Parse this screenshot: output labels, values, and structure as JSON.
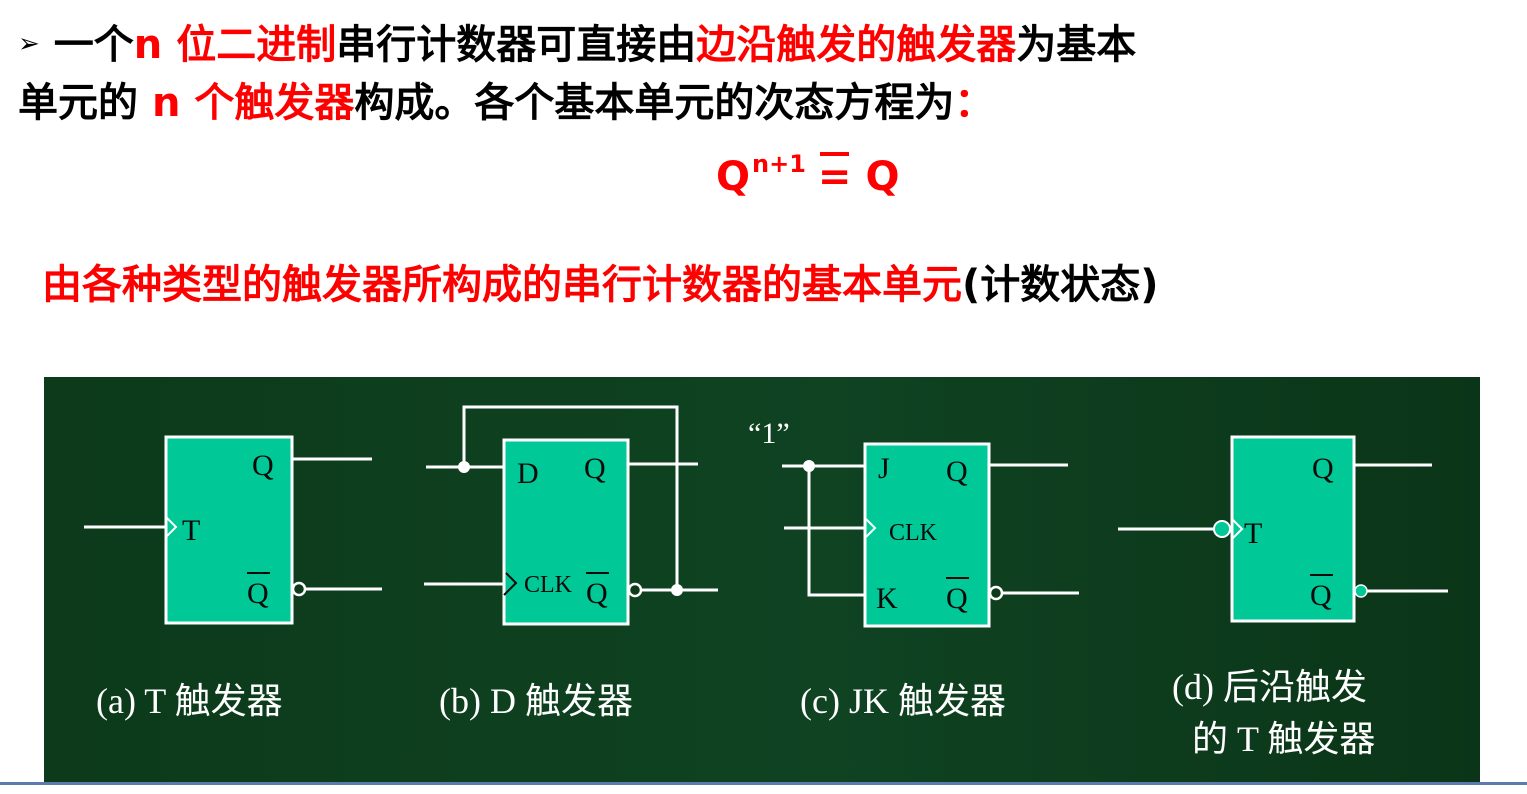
{
  "line1": {
    "bullet": "➢",
    "p1": "一个",
    "p2": "n 位二进制",
    "p3": "串行计数器可直接由",
    "p4": "边沿触发的触发器",
    "p5": "为基本"
  },
  "line2": {
    "p1": "单元的",
    "p2": "n 个触发器",
    "p3": "构成。各个基本单元的次态方程为",
    "p4": "："
  },
  "formula": {
    "q": "Q",
    "sup": "n+1",
    "eq": "=",
    "rhs": "Q"
  },
  "subtitle": {
    "red": "由各种类型的触发器所构成的串行计数器的基本单元",
    "black": "(计数状态)"
  },
  "figure": {
    "colors": {
      "box": "#00c896",
      "wire": "#ffffff",
      "text": "#ffffff"
    },
    "a": {
      "t": "T",
      "q": "Q",
      "qbar": "Q",
      "caption": "(a) T 触发器"
    },
    "b": {
      "d": "D",
      "clk": "CLK",
      "q": "Q",
      "qbar": "Q",
      "caption": "(b) D 触发器"
    },
    "c": {
      "one": "“1”",
      "j": "J",
      "clk": "CLK",
      "k": "K",
      "q": "Q",
      "qbar": "Q",
      "caption": "(c) JK 触发器"
    },
    "d": {
      "t": "T",
      "q": "Q",
      "qbar": "Q",
      "caption1": "(d) 后沿触发",
      "caption2": "的 T 触发器"
    }
  }
}
